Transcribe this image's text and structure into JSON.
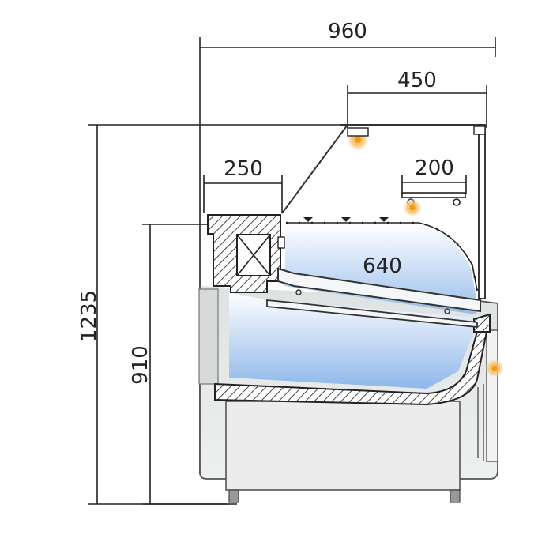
{
  "dimensions": {
    "overall_depth": "960",
    "top_shelf_depth": "450",
    "front_cover_depth": "250",
    "inner_shelf_depth": "200",
    "display_depth": "640",
    "overall_height": "1235",
    "counter_height": "910"
  },
  "colors": {
    "hatch": "#444444",
    "cold_zone_top": "#ffffff",
    "cold_zone_bottom": "#8fb7ea",
    "base_fill": "#e9eaea",
    "light_glow": "#f3a633"
  },
  "icons": [
    "led-light-icon",
    "led-light-icon",
    "led-light-icon"
  ]
}
